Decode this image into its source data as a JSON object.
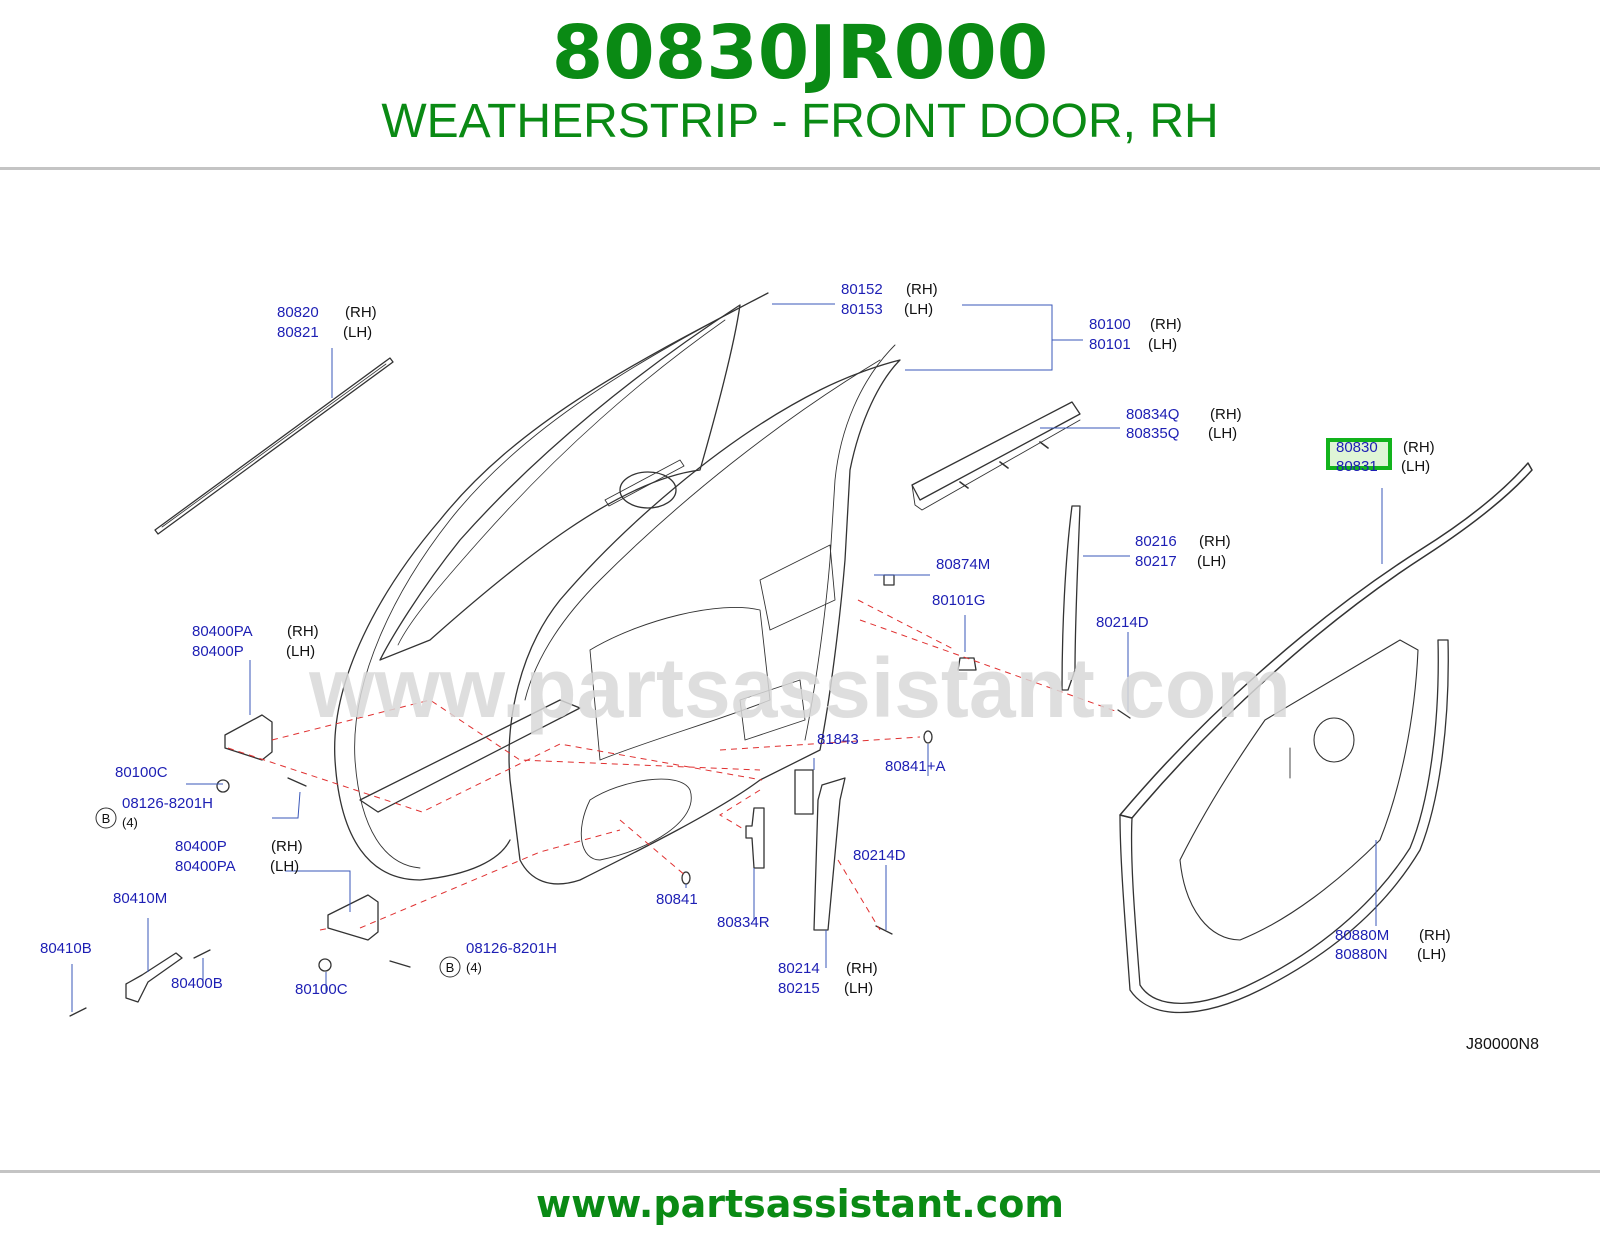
{
  "header": {
    "part_number": "80830JR000",
    "part_title": "WEATHERSTRIP - FRONT DOOR, RH"
  },
  "footer": {
    "url": "www.partsassistant.com"
  },
  "diagram": {
    "watermark": "www.partsassistant.com",
    "figure_code": "J80000N8",
    "circle_marker": "B",
    "highlighted_part": "80830",
    "labels": [
      {
        "code": "80820",
        "side": "(RH)"
      },
      {
        "code": "80821",
        "side": "(LH)"
      },
      {
        "code": "80152",
        "side": "(RH)"
      },
      {
        "code": "80153",
        "side": "(LH)"
      },
      {
        "code": "80100",
        "side": "(RH)"
      },
      {
        "code": "80101",
        "side": "(LH)"
      },
      {
        "code": "80834Q",
        "side": "(RH)"
      },
      {
        "code": "80835Q",
        "side": "(LH)"
      },
      {
        "code": "80830",
        "side": "(RH)"
      },
      {
        "code": "80831",
        "side": "(LH)"
      },
      {
        "code": "80216",
        "side": "(RH)"
      },
      {
        "code": "80217",
        "side": "(LH)"
      },
      {
        "code": "80874M",
        "side": ""
      },
      {
        "code": "80101G",
        "side": ""
      },
      {
        "code": "80214D",
        "side": ""
      },
      {
        "code": "80400PA",
        "side": "(RH)"
      },
      {
        "code": "80400P",
        "side": "(LH)"
      },
      {
        "code": "80100C",
        "side": ""
      },
      {
        "code": "08126-8201H",
        "side": ""
      },
      {
        "code": "(4)",
        "side": ""
      },
      {
        "code": "81843",
        "side": ""
      },
      {
        "code": "80841+A",
        "side": ""
      },
      {
        "code": "80400P",
        "side": "(RH)"
      },
      {
        "code": "80400PA",
        "side": "(LH)"
      },
      {
        "code": "80214D",
        "side": ""
      },
      {
        "code": "80410M",
        "side": ""
      },
      {
        "code": "80410B",
        "side": ""
      },
      {
        "code": "80400B",
        "side": ""
      },
      {
        "code": "80100C",
        "side": ""
      },
      {
        "code": "08126-8201H",
        "side": ""
      },
      {
        "code": "(4)",
        "side": ""
      },
      {
        "code": "80841",
        "side": ""
      },
      {
        "code": "80834R",
        "side": ""
      },
      {
        "code": "80214",
        "side": "(RH)"
      },
      {
        "code": "80215",
        "side": "(LH)"
      },
      {
        "code": "80880M",
        "side": "(RH)"
      },
      {
        "code": "80880N",
        "side": "(LH)"
      }
    ]
  },
  "colors": {
    "brand_green": "#0a8a14",
    "label_blue": "#1d1fb4",
    "leader_blue": "#3a57b8",
    "highlight_green": "#12b31c",
    "highlight_fill": "#dff5d6",
    "dashed_red": "#e03030",
    "rule_gray": "#c4c4c4",
    "watermark_gray": "#d8d8d8"
  }
}
